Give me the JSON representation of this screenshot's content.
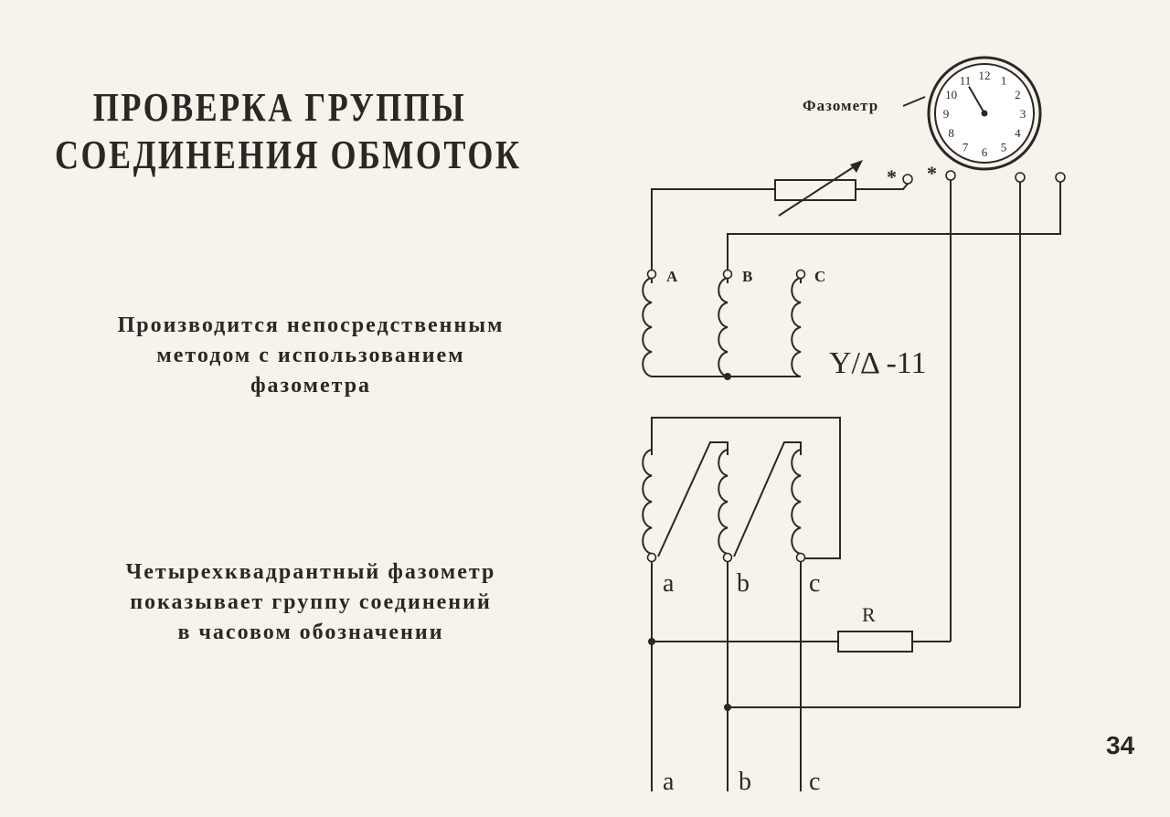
{
  "title": {
    "line1": "ПРОВЕРКА ГРУППЫ",
    "line2": "СОЕДИНЕНИЯ ОБМОТОК"
  },
  "description1": [
    "Производится непосредственным",
    "методом с использованием",
    "фазометра"
  ],
  "description2": [
    "Четырехквадрантный фазометр",
    "показывает группу соединений",
    "в часовом обозначении"
  ],
  "page_number": "34",
  "diagram": {
    "phasemeter_label": "Фазометр",
    "dial_numbers": [
      "12",
      "1",
      "2",
      "3",
      "4",
      "5",
      "6",
      "7",
      "8",
      "9",
      "10",
      "11"
    ],
    "hand_hour": 11,
    "star_mark": "*",
    "primary_terminals": [
      "A",
      "B",
      "C"
    ],
    "connection_group": "Y/Δ -11",
    "secondary_terminals": [
      "a",
      "b",
      "c"
    ],
    "resistor_label": "R",
    "output_labels": [
      "a",
      "b",
      "c"
    ]
  }
}
